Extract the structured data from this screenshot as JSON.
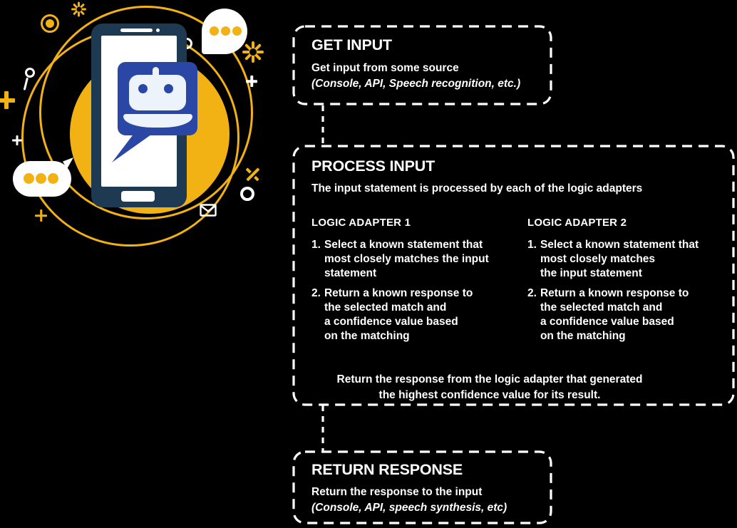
{
  "colors": {
    "background": "#000000",
    "yellow": "#F2B213",
    "navy": "#1E3A52",
    "blue": "#2B47A5",
    "white": "#FFFFFF"
  },
  "illustration": {
    "description": "chatbot robot inside chat bubble on smartphone, yellow circles and doodles",
    "decor_icons": [
      "starburst-icon",
      "circle-outline-icon",
      "magnifier-icon",
      "plus-icon",
      "speech-bubble-dots-icon",
      "x-icon",
      "envelope-icon"
    ]
  },
  "boxes": {
    "get_input": {
      "title": "GET INPUT",
      "line1": "Get input from some source",
      "line2": "(Console, API, Speech recognition, etc.)"
    },
    "process_input": {
      "title": "PROCESS INPUT",
      "subtitle": "The input statement is processed by each of the logic adapters",
      "adapters": [
        {
          "title": "LOGIC ADAPTER 1",
          "items": [
            {
              "n": "1.",
              "lines": [
                "Select a known statement that",
                "most closely matches the input",
                "statement"
              ]
            },
            {
              "n": "2.",
              "lines": [
                "Return a known response to",
                "the selected match and",
                "a confidence value based",
                "on the matching"
              ]
            }
          ]
        },
        {
          "title": "LOGIC ADAPTER 2",
          "items": [
            {
              "n": "1.",
              "lines": [
                "Select a known statement that",
                "most closely matches",
                "the input statement"
              ]
            },
            {
              "n": "2.",
              "lines": [
                "Return a known response to",
                "the selected match and",
                "a confidence value based",
                "on the matching"
              ]
            }
          ]
        }
      ],
      "footer": [
        "Return the response from the logic adapter that generated",
        "the highest confidence value for its result."
      ]
    },
    "return_response": {
      "title": "RETURN RESPONSE",
      "line1": "Return the response to the input",
      "line2": "(Console, API, speech synthesis, etc)"
    }
  }
}
